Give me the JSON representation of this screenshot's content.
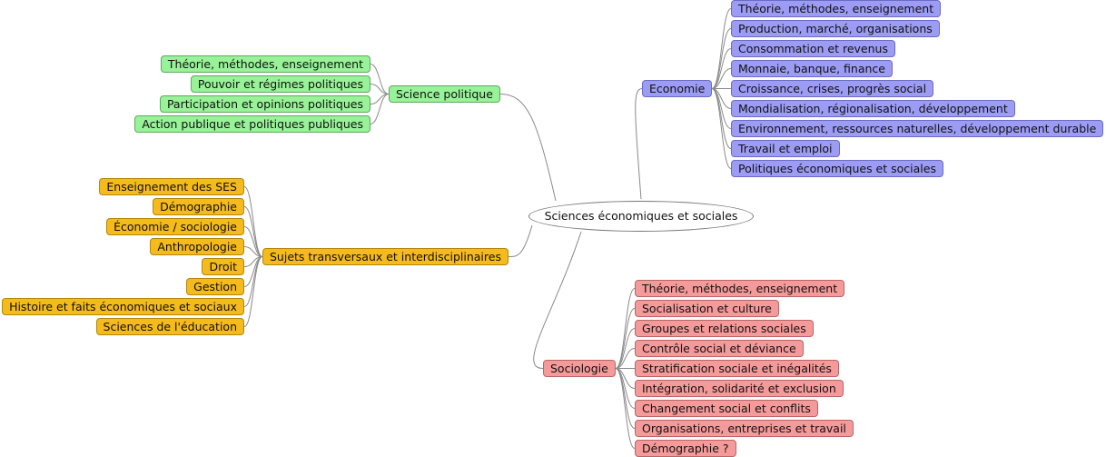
{
  "root": {
    "label": "Sciences économiques et sociales"
  },
  "colors": {
    "economie": "#9c9cf4",
    "science_politique": "#98f298",
    "sujets_transversaux": "#f5ba1c",
    "sociologie": "#f59a9a"
  },
  "branches": {
    "economie": {
      "label": "Economie",
      "children": [
        "Théorie, méthodes, enseignement",
        "Production, marché, organisations",
        "Consommation et revenus",
        "Monnaie, banque, finance",
        "Croissance, crises, progrès social",
        "Mondialisation, régionalisation, développement",
        "Environnement, ressources naturelles, développement durable",
        "Travail et emploi",
        "Politiques économiques et sociales"
      ]
    },
    "science_politique": {
      "label": "Science politique",
      "children": [
        "Théorie, méthodes, enseignement",
        "Pouvoir et régimes politiques",
        "Participation et opinions politiques",
        "Action publique et politiques publiques"
      ]
    },
    "sujets_transversaux": {
      "label": "Sujets transversaux et interdisciplinaires",
      "children": [
        "Enseignement des SES",
        "Démographie",
        "Économie / sociologie",
        "Anthropologie",
        "Droit",
        "Gestion",
        "Histoire et faits économiques et sociaux",
        "Sciences de l'éducation"
      ]
    },
    "sociologie": {
      "label": "Sociologie",
      "children": [
        "Théorie, méthodes, enseignement",
        "Socialisation et culture",
        "Groupes et relations sociales",
        "Contrôle social et déviance",
        "Stratification sociale et inégalités",
        "Intégration, solidarité et exclusion",
        "Changement social et conflits",
        "Organisations, entreprises et travail",
        "Démographie ?"
      ]
    }
  }
}
